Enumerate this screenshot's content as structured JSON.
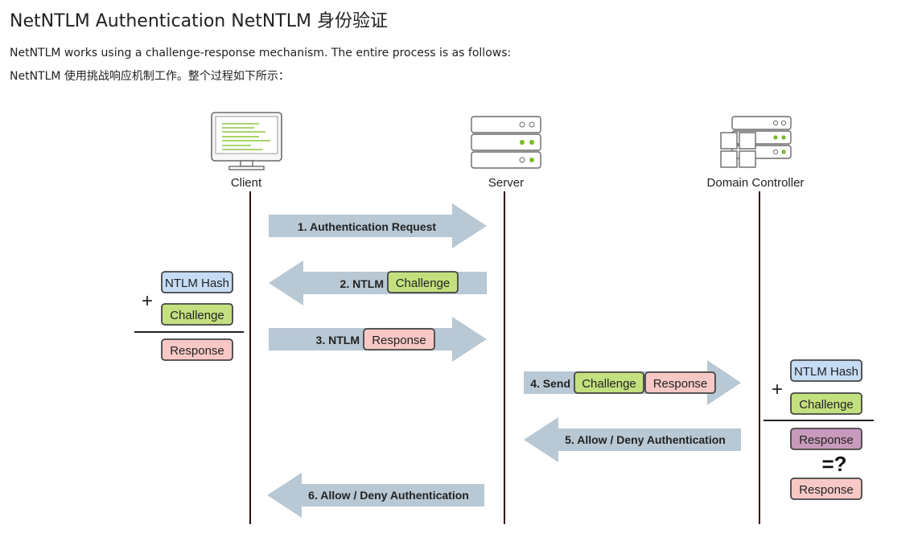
{
  "heading": "NetNTLM Authentication   NetNTLM 身份验证",
  "intro_en": "NetNTLM works using a challenge-response mechanism. The entire process is as follows:",
  "intro_zh": "NetNTLM 使用挑战响应机制工作。整个过程如下所示：",
  "actors": {
    "client": "Client",
    "server": "Server",
    "dc": "Domain Controller"
  },
  "steps": {
    "s1": "1. Authentication Request",
    "s2_prefix": "2. NTLM",
    "s2_tag": "Challenge",
    "s3_prefix": "3. NTLM",
    "s3_tag": "Response",
    "s4_prefix": "4. Send",
    "s4_tag1": "Challenge",
    "s4_tag2": "Response",
    "s5": "5. Allow / Deny Authentication",
    "s6": "6. Allow / Deny Authentication"
  },
  "client_calc": {
    "plus": "+",
    "hash": "NTLM Hash",
    "challenge": "Challenge",
    "response": "Response"
  },
  "dc_calc": {
    "plus": "+",
    "hash": "NTLM Hash",
    "challenge": "Challenge",
    "response_calc": "Response",
    "compare": "=?",
    "response_recv": "Response"
  },
  "colors": {
    "arrow": "#b8c8d4",
    "lifeline": "#3a0d0d",
    "hash_fill": "#c6dcf5",
    "challenge_fill": "#c3e07e",
    "response_fill": "#f7c8c6",
    "response_calc_fill": "#c89abb",
    "led_green": "#7ab82a"
  }
}
